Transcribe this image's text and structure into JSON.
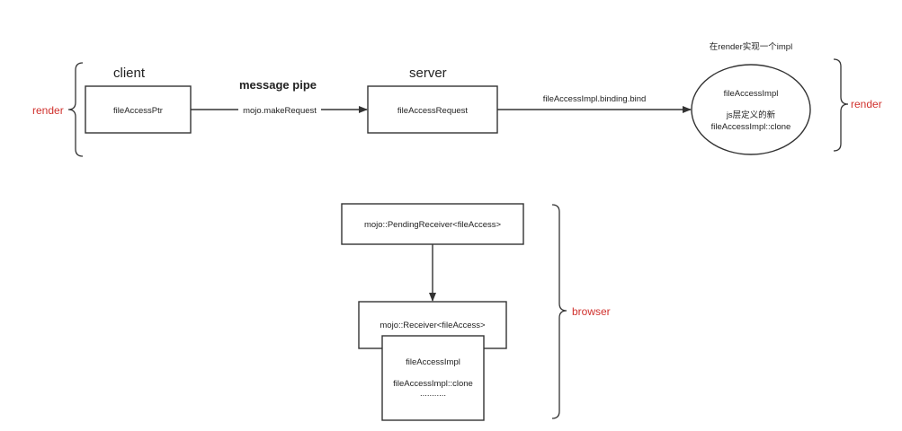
{
  "top": {
    "left_side_label": "render",
    "right_side_label": "render",
    "client_label": "client",
    "server_label": "server",
    "pipe_label": "message pipe",
    "client_box": "fileAccessPtr",
    "make_request": "mojo.makeRequest",
    "server_box": "fileAccessRequest",
    "binding_label": "fileAccessImpl.binding.bind",
    "impl_note": "在render实现一个impl",
    "ellipse_title": "fileAccessImpl",
    "ellipse_line1": "js层定义的新",
    "ellipse_line2": "fileAccessImpl::clone"
  },
  "bottom": {
    "side_label": "browser",
    "pending_receiver": "mojo::PendingReceiver<fileAccess>",
    "receiver": "mojo::Receiver<fileAccess>",
    "impl_title": "fileAccessImpl",
    "impl_clone": "fileAccessImpl::clone",
    "impl_more": "..........."
  },
  "colors": {
    "side_label": "#d0312d",
    "stroke": "#333333",
    "text": "#222222"
  }
}
